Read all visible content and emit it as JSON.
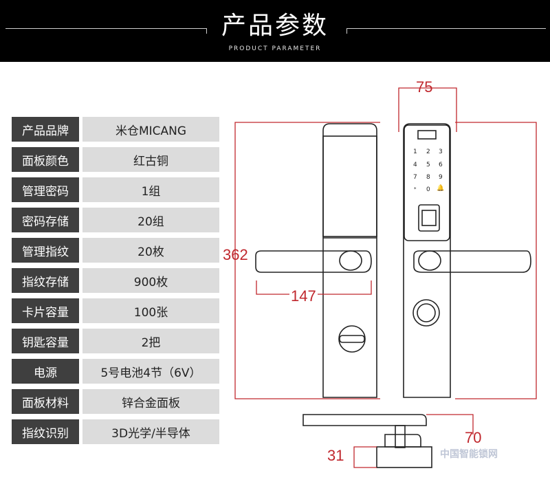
{
  "header": {
    "title": "产品参数",
    "subtitle": "PRODUCT PARAMETER"
  },
  "params": [
    {
      "label": "产品品牌",
      "value": "米仓MICANG"
    },
    {
      "label": "面板颜色",
      "value": "红古铜"
    },
    {
      "label": "管理密码",
      "value": "1组"
    },
    {
      "label": "密码存储",
      "value": "20组"
    },
    {
      "label": "管理指纹",
      "value": "20枚"
    },
    {
      "label": "指纹存储",
      "value": "900枚"
    },
    {
      "label": "卡片容量",
      "value": "100张"
    },
    {
      "label": "钥匙容量",
      "value": "2把"
    },
    {
      "label": "电源",
      "value": "5号电池4节（6V）"
    },
    {
      "label": "面板材料",
      "value": "锌合金面板"
    },
    {
      "label": "指纹识别",
      "value": "3D光学/半导体"
    }
  ],
  "dimensions": {
    "width_top": "75",
    "height": "362",
    "handle_length": "147",
    "depth": "70",
    "thumb": "31"
  },
  "keypad": [
    "1",
    "2",
    "3",
    "4",
    "5",
    "6",
    "7",
    "8",
    "9",
    "*",
    "0",
    "🔔"
  ],
  "watermark": "中国智能锁网",
  "colors": {
    "dimension_red": "#c0272d",
    "label_bg": "#3f3f3f",
    "value_bg": "#dcdcdc"
  }
}
